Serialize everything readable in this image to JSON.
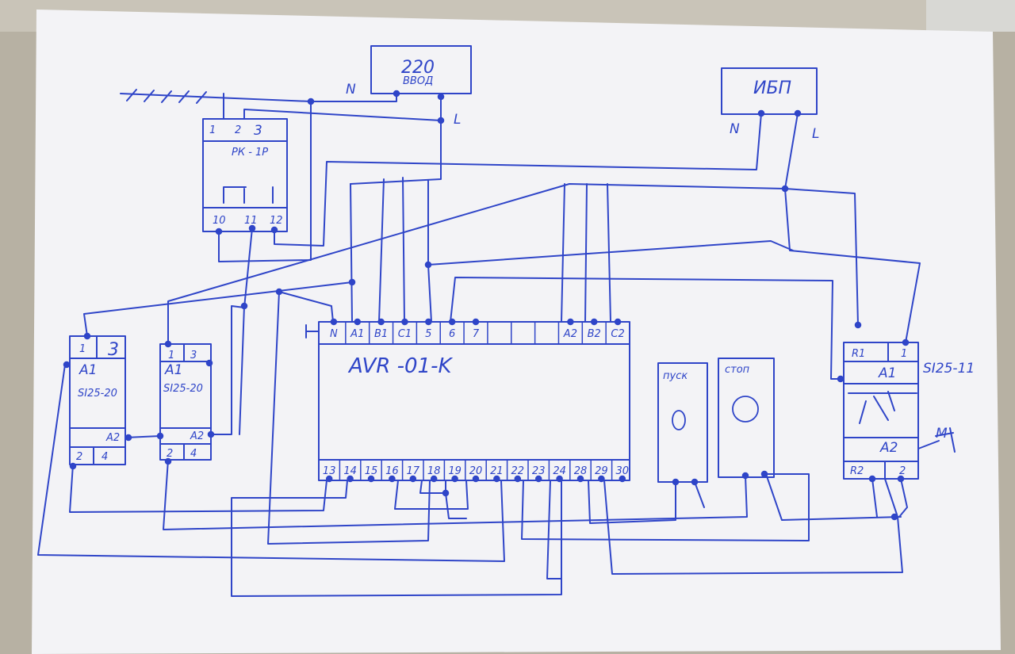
{
  "colors": {
    "ink": "#2f45c8",
    "paper": "#f4f4f6",
    "background": "#b9b3a6"
  },
  "input_220": {
    "line1": "220",
    "line2": "ВВОД"
  },
  "ups": {
    "label": "ИБП"
  },
  "phase_labels": {
    "n_main": "N",
    "l_main": "L",
    "n_ups": "N",
    "l_ups": "L"
  },
  "relay_rk": {
    "name": "РК - 1Р",
    "top_terminals": [
      "1",
      "2",
      "3"
    ],
    "bottom_terminals": [
      "10",
      "11",
      "12"
    ]
  },
  "avr": {
    "name": "AVR -01-K",
    "top_terminals": [
      "N",
      "A1",
      "B1",
      "C1",
      "5",
      "6",
      "7",
      "",
      "",
      "",
      "A2",
      "B2",
      "C2"
    ],
    "bottom_terminals": [
      "13",
      "14",
      "15",
      "16",
      "17",
      "18",
      "19",
      "20",
      "21",
      "22",
      "23",
      "24",
      "28",
      "29",
      "30"
    ]
  },
  "contactor_1": {
    "name": "SI25-20",
    "top": [
      "1",
      "3"
    ],
    "coil_top": "A1",
    "coil_bottom": "A2",
    "bottom": [
      "2",
      "4"
    ]
  },
  "contactor_2": {
    "name": "SI25-20",
    "top": [
      "1",
      "3"
    ],
    "coil_top": "A1",
    "coil_bottom": "A2",
    "bottom": [
      "2",
      "4"
    ]
  },
  "contactor_3": {
    "name": "SI25-11",
    "top": [
      "R1",
      "1"
    ],
    "coil_top": "A1",
    "coil_bottom": "A2",
    "bottom": [
      "R2",
      "2"
    ]
  },
  "buttons": {
    "start": "пуск",
    "stop": "стоп"
  },
  "motor": {
    "label": "М"
  }
}
